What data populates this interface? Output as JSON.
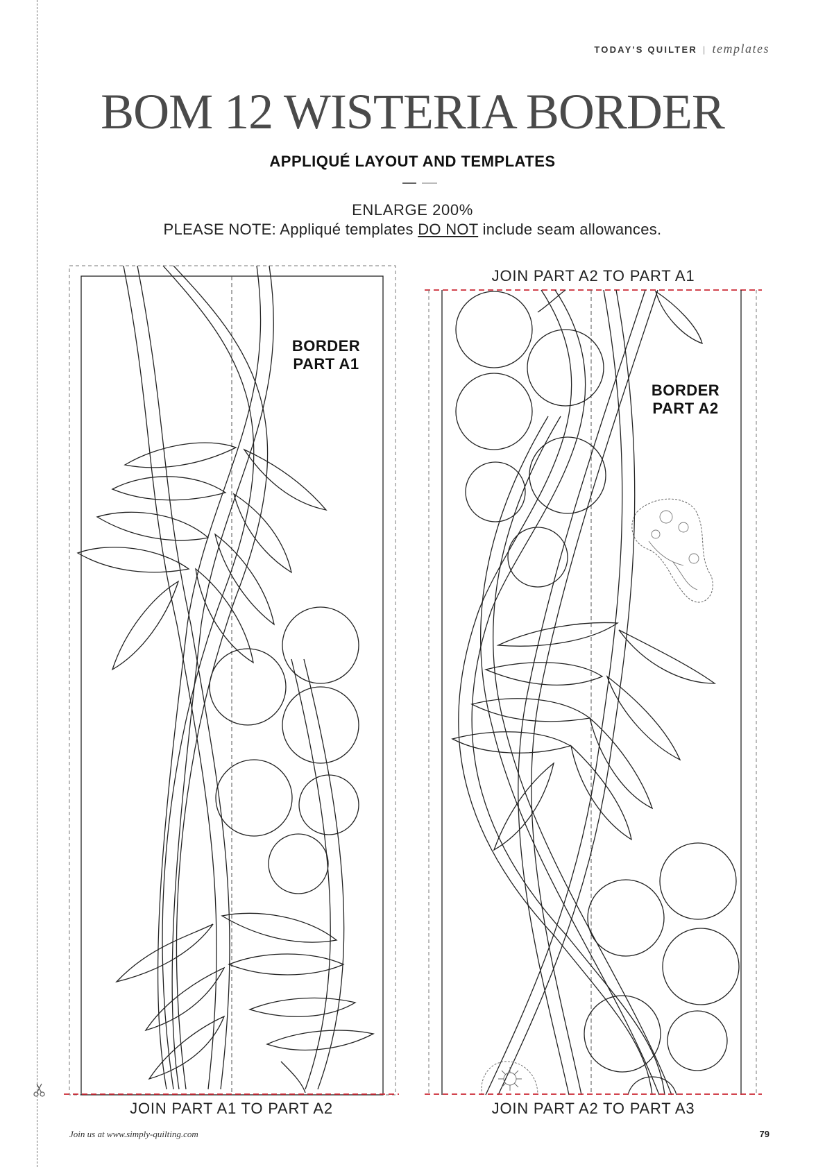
{
  "header": {
    "brand": "TODAY'S QUILTER",
    "separator": "|",
    "section": "templates"
  },
  "title": "BOM 12 WISTERIA BORDER",
  "subtitle": "APPLIQUÉ LAYOUT AND TEMPLATES",
  "enlarge": "ENLARGE 200%",
  "note": {
    "prefix": "PLEASE NOTE: Appliqué templates ",
    "emphasis": "DO NOT",
    "suffix": " include seam allowances."
  },
  "panels": {
    "a1": {
      "label_line1": "BORDER",
      "label_line2": "PART A1",
      "join_bottom": "JOIN PART A1 TO PART A2"
    },
    "a2": {
      "label_line1": "BORDER",
      "label_line2": "PART A2",
      "join_top": "JOIN PART A2 TO PART A1",
      "join_bottom": "JOIN PART A2 TO PART A3"
    }
  },
  "footer": {
    "website": "Join us at www.simply-quilting.com",
    "page_number": "79"
  },
  "colors": {
    "join_line": "#cc2a36",
    "outline": "#222222",
    "title": "#4a4a4a"
  },
  "icons": [
    "scissors-icon"
  ]
}
